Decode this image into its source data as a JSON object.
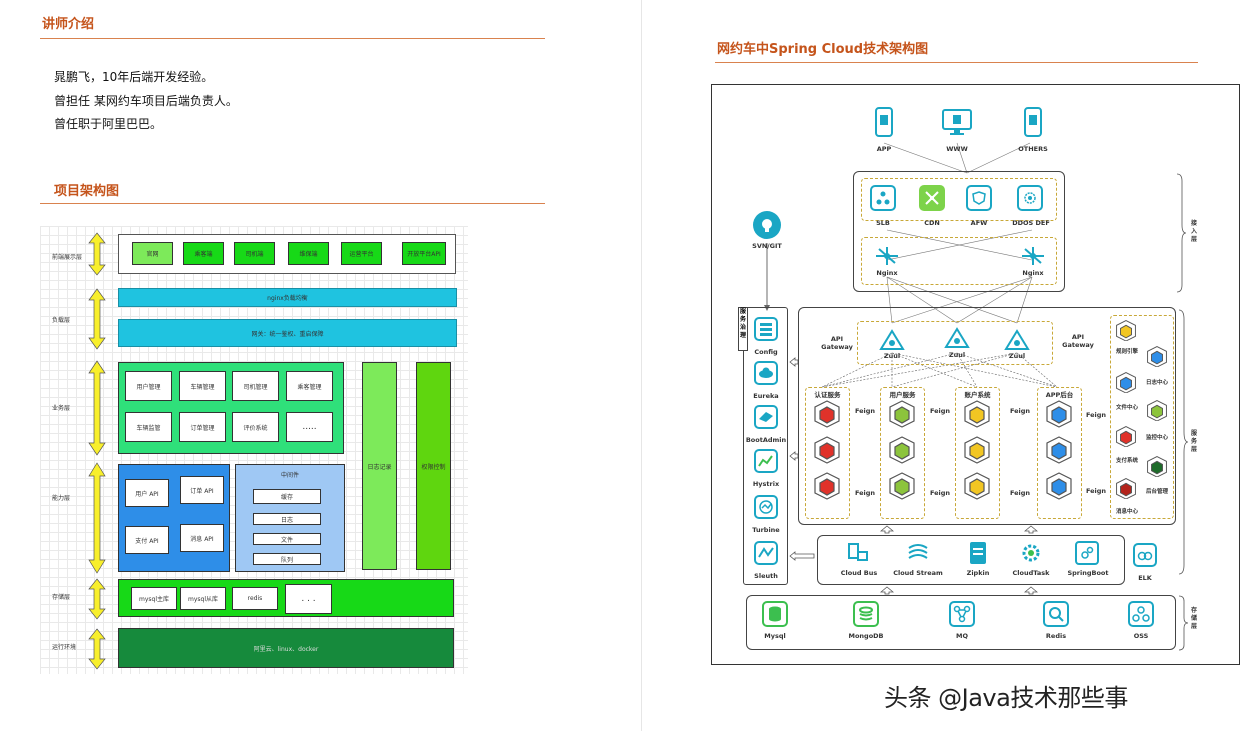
{
  "left_page": {
    "instructor_title": "讲师介绍",
    "bio_lines": [
      "晁鹏飞，10年后端开发经验。",
      "曾担任 某网约车项目后端负责人。",
      "曾任职于阿里巴巴。"
    ],
    "project_arch_title": "项目架构图",
    "diagram": {
      "layers": [
        "前端展示层",
        "负载层",
        "业务层",
        "能力层",
        "存储层",
        "运行环境"
      ],
      "frontend_items": [
        "官网",
        "乘客端",
        "司机端",
        "维保端",
        "运营平台",
        "开放平台API"
      ],
      "nginx_bar": "nginx负载均衡",
      "gateway_bar": "网关：统一鉴权、重启保障",
      "business_items": [
        "用户管理",
        "车辆管理",
        "司机管理",
        "乘客管理",
        "车辆监管",
        "订单管理",
        "评价系统",
        "....."
      ],
      "log_bar": "日志记录",
      "permission_bar": "权限控制",
      "capability_items": [
        "用户 API",
        "订单 API",
        "支付 API",
        "消息 API"
      ],
      "middleware_title": "中间件",
      "middleware_items": [
        "缓存",
        "日志",
        "文件",
        "队列"
      ],
      "storage_items": [
        "mysql主库",
        "mysql从库",
        "redis",
        ". . ."
      ],
      "runtime_bar": "阿里云、linux、docker"
    }
  },
  "right_page": {
    "title": "网约车中Spring Cloud技术架构图",
    "diagram": {
      "clients": [
        "APP",
        "WWW",
        "OTHERS"
      ],
      "access_items": [
        "SLB",
        "CDN",
        "AFW",
        "DDOS DEF"
      ],
      "nginx_label": "Nginx",
      "access_layer_label": "接入层",
      "svn_label": "SVN/GIT",
      "governance_label": "服务治理",
      "api_gateway_label": "API Gateway",
      "zuul_label": "Zuul",
      "services": [
        "认证服务",
        "用户服务",
        "账户系统",
        "APP后台"
      ],
      "feign_label": "Feign",
      "side_services": [
        "规则引擎",
        "日志中心",
        "文件中心",
        "监控中心",
        "支付系统",
        "后台管理",
        "消息中心"
      ],
      "service_layer_label": "服务层",
      "governance_tools": [
        "Config",
        "Eureka",
        "BootAdmin",
        "Hystrix",
        "Turbine",
        "Sleuth"
      ],
      "bottom_tools": [
        "Cloud Bus",
        "Cloud Stream",
        "Zipkin",
        "CloudTask",
        "SpringBoot"
      ],
      "elk_label": "ELK",
      "storage": [
        "Mysql",
        "MongoDB",
        "MQ",
        "Redis",
        "OSS"
      ],
      "storage_layer_label": "存储层"
    },
    "watermark": "头条 @Java技术那些事"
  },
  "colors": {
    "accent": "#c5541b",
    "teal": "#1aa6c4",
    "light_green": "#7dea5a",
    "green": "#17d917",
    "dark_green": "#168a3c",
    "blue": "#2e8ee8",
    "light_blue": "#9fc8f4",
    "yellow": "#f7ef2a"
  }
}
